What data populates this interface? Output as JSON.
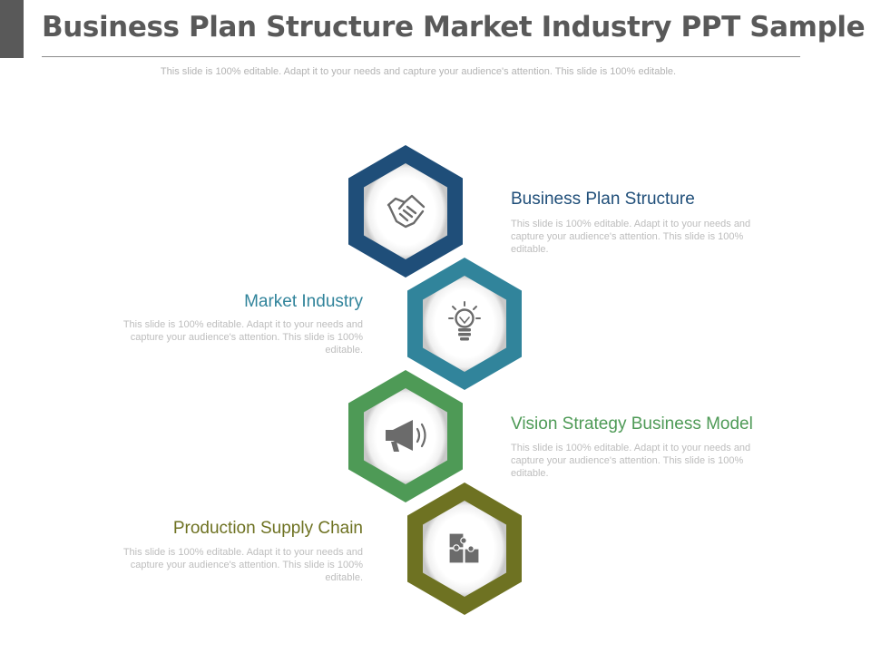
{
  "title": "Business Plan Structure Market Industry PPT Sample",
  "subtitle": "This slide is 100% editable. Adapt it to your needs and capture your audience's attention. This slide is 100% editable.",
  "steps": [
    {
      "heading": "Business Plan Structure",
      "description": "This slide is 100% editable. Adapt it to your needs and capture your audience's attention. This slide is 100% editable.",
      "color": "#1f4e79",
      "icon": "handshake-icon"
    },
    {
      "heading": "Market Industry",
      "description": "This slide is 100% editable. Adapt it to your needs and capture your audience's attention. This slide is 100% editable.",
      "color": "#31849b",
      "icon": "lightbulb-icon"
    },
    {
      "heading": "Vision Strategy Business Model",
      "description": "This slide is 100% editable. Adapt it to your needs and capture your audience's attention. This slide is 100% editable.",
      "color": "#4e9a56",
      "icon": "megaphone-icon"
    },
    {
      "heading": "Production Supply Chain",
      "description": "This slide is 100% editable. Adapt it to your needs and capture your audience's attention. This slide is 100% editable.",
      "color": "#6e7222",
      "icon": "puzzle-icon"
    }
  ]
}
